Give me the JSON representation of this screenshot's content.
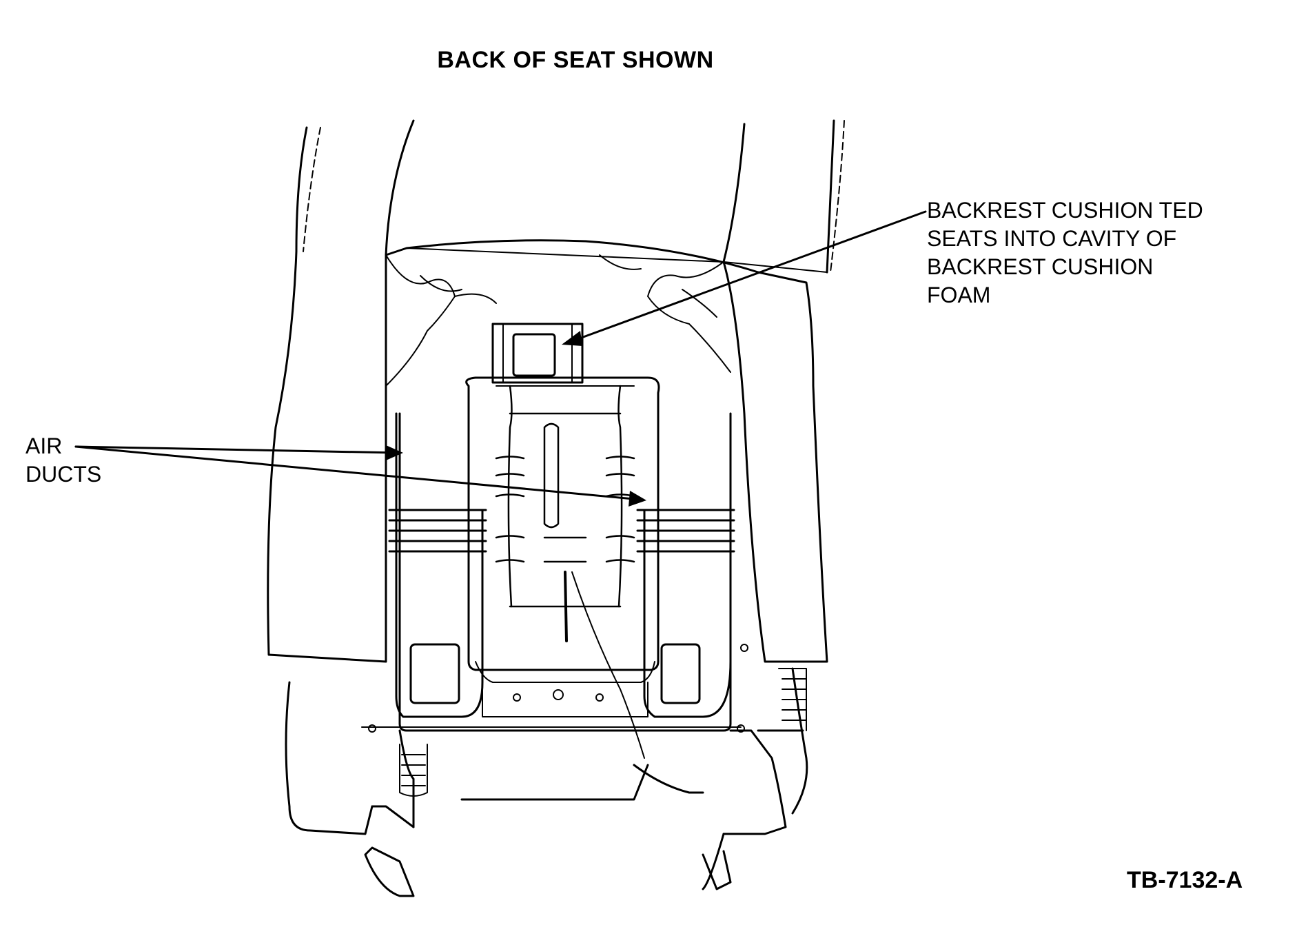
{
  "title": "BACK OF SEAT SHOWN",
  "callouts": {
    "backrest": {
      "lines": [
        "BACKREST CUSHION TED",
        "SEATS INTO CAVITY OF",
        "BACKREST CUSHION",
        "FOAM"
      ]
    },
    "air_ducts": {
      "lines": [
        "AIR",
        "DUCTS"
      ]
    }
  },
  "figure_id": "TB-7132-A"
}
